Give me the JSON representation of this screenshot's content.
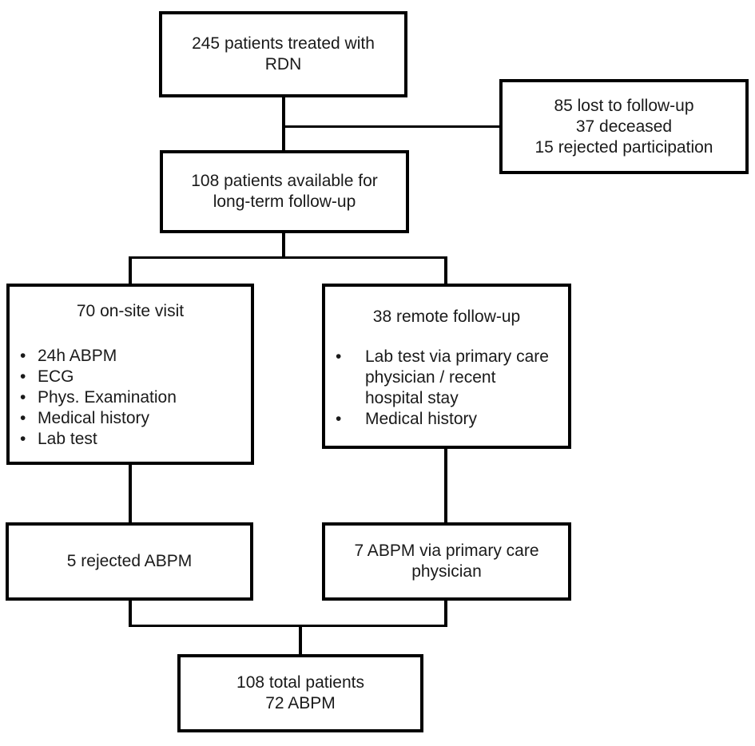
{
  "colors": {
    "line": "#000000",
    "text": "#1a1a1a",
    "background": "#ffffff"
  },
  "bullet_glyph": "•",
  "boxes": {
    "treated": {
      "lines": [
        "245 patients treated with",
        "RDN"
      ]
    },
    "excluded": {
      "lines": [
        "85 lost to follow-up",
        "37 deceased",
        "15 rejected participation"
      ]
    },
    "available": {
      "lines": [
        "108 patients available for",
        "long-term follow-up"
      ]
    },
    "onsite": {
      "title": "70 on-site visit",
      "bullets": [
        "24h ABPM",
        "ECG",
        "Phys. Examination",
        "Medical history",
        "Lab test"
      ]
    },
    "remote": {
      "title": "38 remote follow-up",
      "bullets": [
        {
          "lines": [
            "Lab test via primary care",
            "physician / recent",
            "hospital stay"
          ]
        },
        {
          "lines": [
            "Medical history"
          ]
        }
      ]
    },
    "rejected_abpm": {
      "lines": [
        "5 rejected ABPM"
      ]
    },
    "abpm_via_pcp": {
      "lines": [
        "7 ABPM via primary care",
        "physician"
      ]
    },
    "total": {
      "lines": [
        "108 total patients",
        "72 ABPM"
      ]
    }
  }
}
